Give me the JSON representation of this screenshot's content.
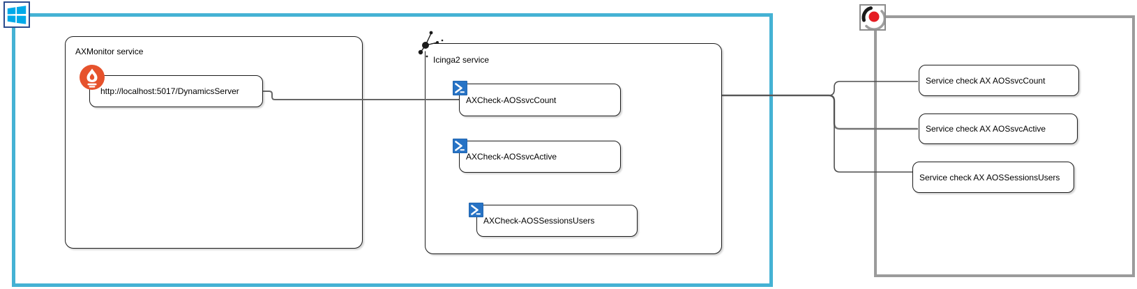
{
  "windows_group": {
    "icon": "windows-logo-icon",
    "axmonitor_box": {
      "title": "AXMonitor service",
      "endpoint": {
        "icon": "prometheus-icon",
        "label": "http://localhost:5017/DynamicsServer"
      }
    },
    "icinga2_box": {
      "title": "Icinga2 service",
      "icon": "icinga2-cluster-icon",
      "checks": [
        {
          "icon": "powershell-icon",
          "label": "AXCheck-AOSsvcCount"
        },
        {
          "icon": "powershell-icon",
          "label": "AXCheck-AOSsvcActive"
        },
        {
          "icon": "powershell-icon",
          "label": "AXCheck-AOSSessionsUsers"
        }
      ]
    }
  },
  "icinga_group": {
    "icon": "icinga-logo-icon",
    "service_checks": [
      {
        "label": "Service check AX AOSsvcCount"
      },
      {
        "label": "Service check AX AOSsvcActive"
      },
      {
        "label": "Service check AX AOSSessionsUsers"
      }
    ]
  },
  "colors": {
    "blue_frame": "#45B2D4",
    "gray_frame": "#9B9B9B",
    "windows_blue": "#00A9E9",
    "windows_border": "#2A4B8D",
    "prometheus_orange": "#E6522C",
    "powershell_blue": "#2773C5",
    "icinga_red": "#E51C23",
    "connector_gray": "#666666"
  }
}
